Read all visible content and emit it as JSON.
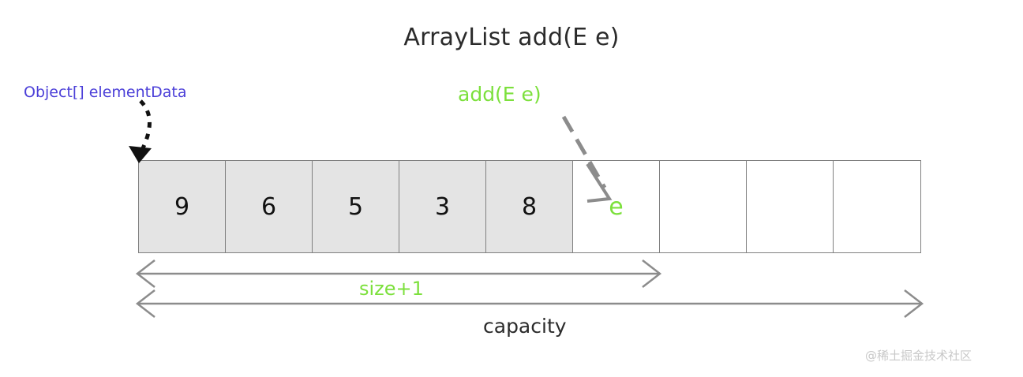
{
  "title": "ArrayList add(E e)",
  "labels": {
    "element_data": "Object[] elementData",
    "add_call": "add(E e)",
    "size_plus_one": "size+1",
    "capacity": "capacity"
  },
  "array": {
    "cells": [
      {
        "value": "9",
        "state": "filled"
      },
      {
        "value": "6",
        "state": "filled"
      },
      {
        "value": "5",
        "state": "filled"
      },
      {
        "value": "3",
        "state": "filled"
      },
      {
        "value": "8",
        "state": "filled"
      },
      {
        "value": "e",
        "state": "pending"
      },
      {
        "value": "",
        "state": "empty"
      },
      {
        "value": "",
        "state": "empty"
      },
      {
        "value": "",
        "state": "empty"
      }
    ],
    "cell_count": 9,
    "size": 5,
    "capacity": 9
  },
  "watermark": "@稀土掘金技术社区",
  "colors": {
    "accent_green": "#7ce03c",
    "accent_blue": "#4b3fd8",
    "cell_fill": "#e4e4e4",
    "cell_border": "#808080",
    "arrow_gray": "#8c8c8c",
    "text_dark": "#2b2b2b",
    "watermark_gray": "#c8c8c8"
  }
}
